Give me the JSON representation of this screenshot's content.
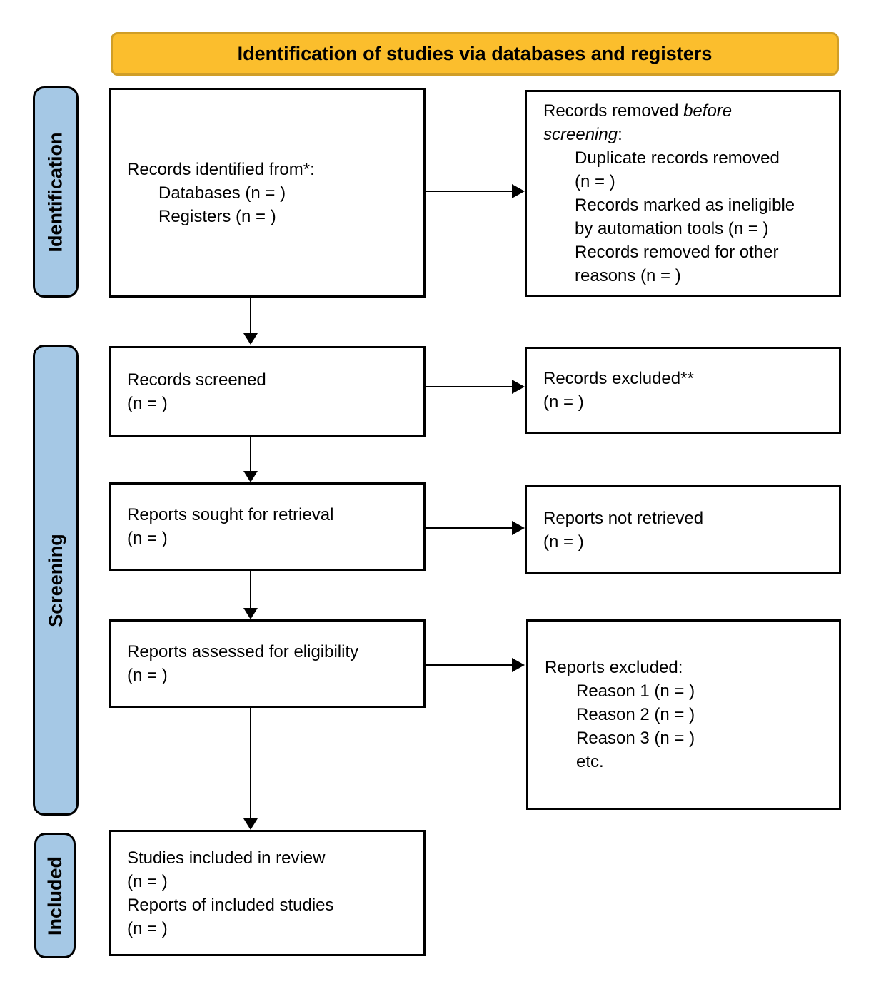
{
  "banner": {
    "title": "Identification of studies via databases and registers"
  },
  "colors": {
    "banner_fill": "#FBBE2D",
    "banner_border": "#D09E27",
    "stage_bar_fill": "#A5C8E5",
    "box_border": "#000000",
    "text": "#000000"
  },
  "stages": [
    {
      "label": "Identification"
    },
    {
      "label": "Screening"
    },
    {
      "label": "Included"
    }
  ],
  "boxes": {
    "identified": {
      "lines": [
        "Records identified from*:",
        "Databases (n = )",
        "Registers (n = )"
      ]
    },
    "removed": {
      "heading": {
        "normal1": "Records removed ",
        "italic1": "before",
        "italic2": "screening",
        "normal2": ":"
      },
      "items": [
        "Duplicate records removed",
        "(n = )",
        "Records marked as ineligible",
        "by automation tools (n = )",
        "Records removed for other",
        "reasons (n = )"
      ]
    },
    "screened": {
      "lines": [
        "Records screened",
        "(n = )"
      ]
    },
    "excluded": {
      "lines": [
        "Records excluded**",
        "(n = )"
      ]
    },
    "sought": {
      "lines": [
        "Reports sought for retrieval",
        "(n = )"
      ]
    },
    "not_retrieved": {
      "lines": [
        "Reports not retrieved",
        "(n = )"
      ]
    },
    "assessed": {
      "lines": [
        "Reports assessed for eligibility",
        "(n = )"
      ]
    },
    "reports_excluded": {
      "heading": "Reports excluded:",
      "items": [
        "Reason 1 (n = )",
        "Reason 2 (n = )",
        "Reason 3 (n = )",
        "etc."
      ]
    },
    "included": {
      "lines": [
        "Studies included in review",
        "(n = )",
        "Reports of included studies",
        "(n = )"
      ]
    }
  }
}
